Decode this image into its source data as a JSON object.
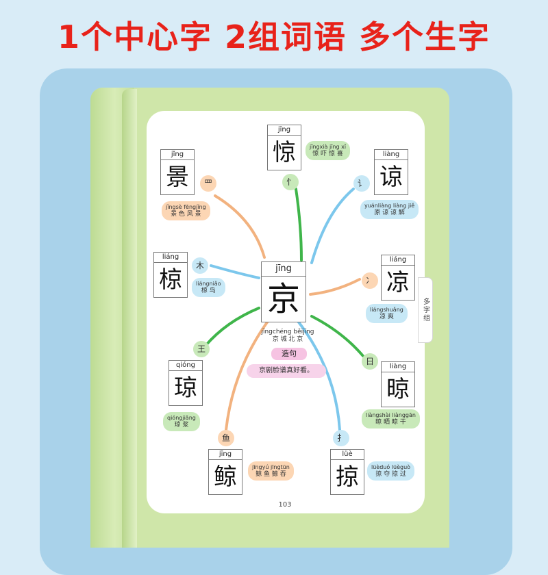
{
  "headline": "1个中心字 2组词语 多个生字",
  "side_tab": "多字组",
  "center": {
    "pinyin": "jīng",
    "char": "京",
    "words_pinyin": "jīngchéng  běijīng",
    "words_hanzi": "京 城    北 京",
    "sentence_label": "造句",
    "sentence": "京剧脸谱真好看。"
  },
  "chars": [
    {
      "pinyin": "jīng",
      "char": "惊",
      "radical": "忄",
      "words_pinyin": "jīngxià  jīng xǐ",
      "words_hanzi": "惊 吓   惊 喜"
    },
    {
      "pinyin": "jǐng",
      "char": "景",
      "radical": "罒",
      "words_pinyin": "jǐngsè  fēngjǐng",
      "words_hanzi": "景 色   风 景"
    },
    {
      "pinyin": "liàng",
      "char": "谅",
      "radical": "讠",
      "words_pinyin": "yuánliàng  liàng jiě",
      "words_hanzi": "原 谅   谅 解"
    },
    {
      "pinyin": "liáng",
      "char": "椋",
      "radical": "木",
      "words_pinyin": "liángniǎo",
      "words_hanzi": "椋 鸟"
    },
    {
      "pinyin": "liáng",
      "char": "凉",
      "radical": "冫",
      "words_pinyin": "liángshuǎng",
      "words_hanzi": "凉 爽"
    },
    {
      "pinyin": "qióng",
      "char": "琼",
      "radical": "王",
      "words_pinyin": "qióngjiāng",
      "words_hanzi": "琼 浆"
    },
    {
      "pinyin": "liàng",
      "char": "晾",
      "radical": "日",
      "words_pinyin": "liàngshài  liànggān",
      "words_hanzi": "晾 晒   晾 干"
    },
    {
      "pinyin": "jīng",
      "char": "鲸",
      "radical": "鱼",
      "words_pinyin": "jīngyú  jīngtūn",
      "words_hanzi": "鲸 鱼   鲸 吞"
    },
    {
      "pinyin": "lüè",
      "char": "掠",
      "radical": "扌",
      "words_pinyin": "lüèduó  lüèguò",
      "words_hanzi": "掠 夺   掠 过"
    }
  ],
  "page_number": "103",
  "colors": {
    "headline": "#e8221a",
    "background": "#d9ecf7",
    "panel": "#a9d2ea",
    "book": "#cfe6a9",
    "blue_line": "#7cc7ec",
    "green_line": "#3fb54a",
    "orange_line": "#f2b27f"
  }
}
